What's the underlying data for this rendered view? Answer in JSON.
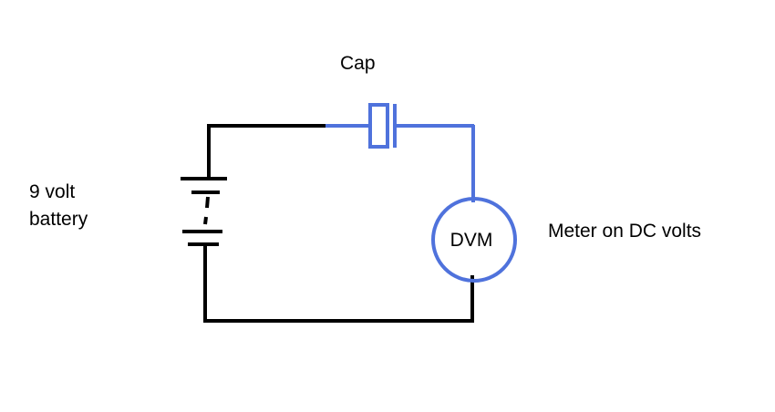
{
  "colors": {
    "wire_black": "#000000",
    "wire_blue": "#4f72dc",
    "background": "#ffffff"
  },
  "labels": {
    "cap": "Cap",
    "battery_line1": "9 volt",
    "battery_line2": "battery",
    "meter_symbol": "DVM",
    "meter_note": "Meter on DC volts"
  },
  "icons": {
    "battery": "battery-symbol-icon",
    "capacitor": "capacitor-symbol-icon",
    "meter": "meter-circle-icon"
  }
}
